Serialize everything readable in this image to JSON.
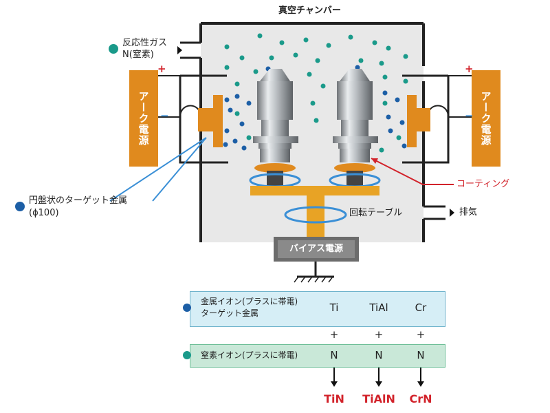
{
  "diagram": {
    "chamber_title": "真空チャンバー",
    "reactive_gas": {
      "line1": "反応性ガス",
      "line2": "N(窒素)"
    },
    "arc_power_left": "アーク電源",
    "arc_power_right": "アーク電源",
    "plus_sign": "+",
    "minus_sign": "−",
    "target_metal": {
      "line1": "円盤状のターゲット金属",
      "line2": "(ϕ100)"
    },
    "coating": "コーティング",
    "rotary_table": "回転テーブル",
    "exhaust": "排気",
    "bias_power": "バイアス電源"
  },
  "table": {
    "metal_row": {
      "label_line1": "金属イオン(プラスに帯電)",
      "label_line2": "ターゲット金属",
      "values": [
        "Ti",
        "TiAl",
        "Cr"
      ]
    },
    "plus_row": [
      "+",
      "+",
      "+"
    ],
    "nitrogen_row": {
      "label": "窒素イオン(プラスに帯電)",
      "values": [
        "N",
        "N",
        "N"
      ]
    },
    "products": [
      "TiN",
      "TiAlN",
      "CrN"
    ]
  },
  "colors": {
    "orange": "#e08a1e",
    "teal": "#1a9a8a",
    "blue": "#1d5fa6",
    "red": "#d2222a",
    "chamber_fill": "#e8e8e8",
    "panel_fill": "#d6eef6"
  }
}
